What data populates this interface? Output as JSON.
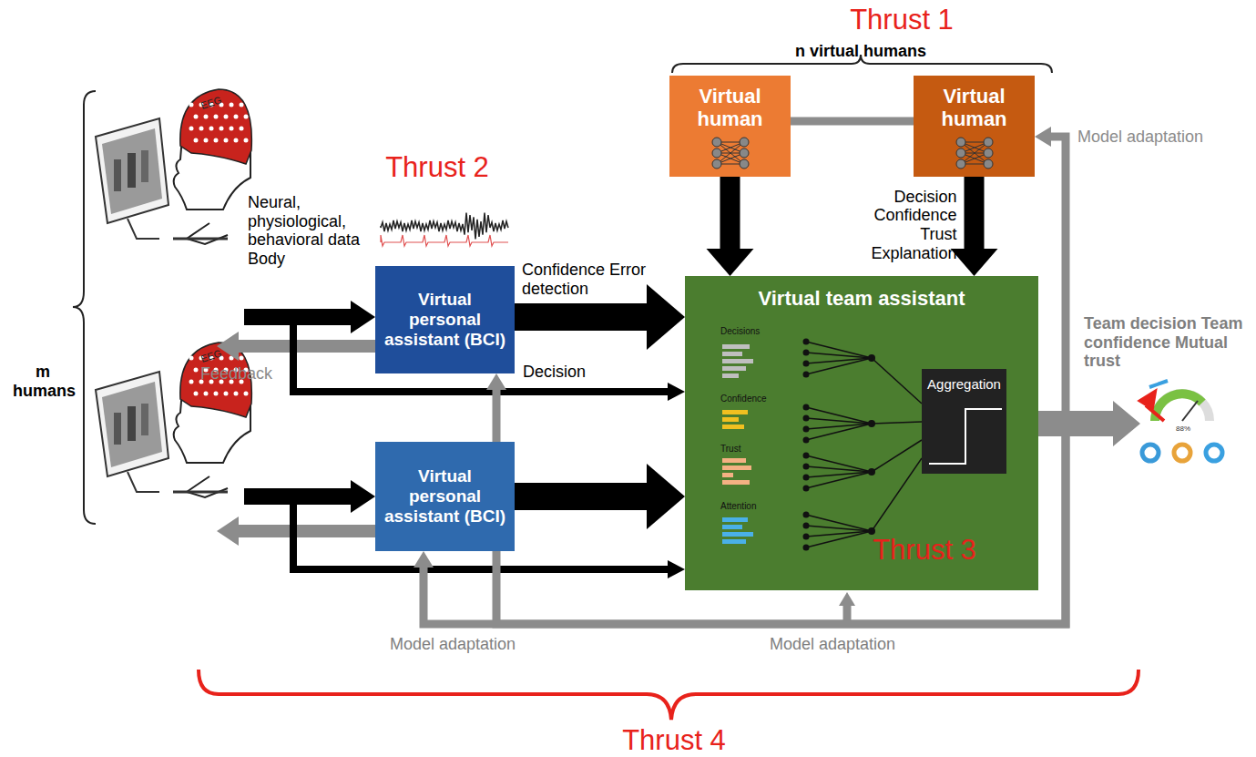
{
  "diagram": {
    "nodes": [
      {
        "text": [
          "Virtual human"
        ]
      },
      {
        "text": [
          "Virtual human"
        ]
      },
      {
        "text": [
          "Virtual personal assistant (BCI)"
        ]
      },
      {
        "text": [
          "Virtual personal assistant (BCI)"
        ]
      },
      {
        "text": [
          "Virtual team assistant"
        ]
      },
      {
        "text": [
          "Aggregation"
        ],
        "in": 4
      }
    ],
    "edges": [
      {
        "from": 0,
        "to": 1,
        "arrow": "none"
      },
      {
        "from": 0,
        "to": 4,
        "arrow": "to"
      },
      {
        "from": 1,
        "to": 4,
        "label": "Decision Confidence Trust Explanation",
        "arrow": "to"
      },
      {
        "from": 2,
        "to": 4,
        "label": "Confidence Error detection",
        "arrow": "to"
      },
      {
        "from": 3,
        "to": 4,
        "arrow": "to"
      },
      {
        "from": 4,
        "to": 1,
        "arrow": "to"
      },
      {
        "from": 4,
        "to": 2,
        "arrow": "to"
      },
      {
        "from": 4,
        "to": 3,
        "arrow": "to"
      }
    ],
    "labels": [
      "Thrust 1",
      "n virtual humans",
      "Thrust 2",
      "Neural, physiological, behavioral data Body",
      "m humans",
      "EEG",
      "EEG",
      "Feedback",
      "Decision",
      "Decisions",
      "Confidence",
      "Trust",
      "Attention",
      "Thrust 3",
      "Team decision Team confidence Mutual trust",
      "88%",
      "Model adaptation",
      "Model adaptation",
      "Model adaptation",
      "Thrust 4"
    ]
  }
}
